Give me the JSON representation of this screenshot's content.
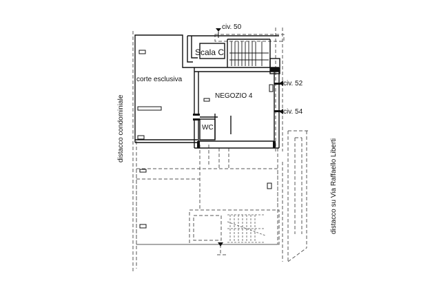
{
  "plan": {
    "labels": {
      "civ_50": "civ. 50",
      "civ_52": "civ. 52",
      "civ_54": "civ. 54",
      "scala": "Scala  C",
      "corte": "corte esclusiva",
      "negozio": "NEGOZIO 4",
      "wc": "WC",
      "left_side": "distacco condominiale",
      "right_side": "distacco su Via Raffaello Liberti"
    }
  }
}
